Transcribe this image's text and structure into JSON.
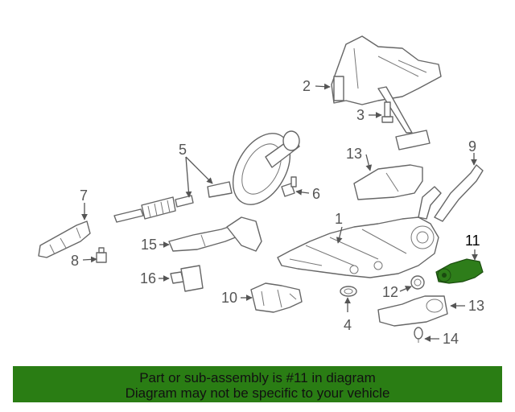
{
  "diagram": {
    "callouts": {
      "c1": "1",
      "c2": "2",
      "c3": "3",
      "c4": "4",
      "c5": "5",
      "c6": "6",
      "c7": "7",
      "c8": "8",
      "c9": "9",
      "c10": "10",
      "c11": "11",
      "c12": "12",
      "c13a": "13",
      "c13b": "13",
      "c14": "14",
      "c15": "15",
      "c16": "16"
    },
    "highlighted_part": "11",
    "colors": {
      "highlight": "#2e7d1a",
      "banner": "#2a7d14",
      "linework": "#666666"
    }
  },
  "banner": {
    "line1": "Part or sub-assembly is #11 in diagram",
    "line2": "Diagram may not be specific to your vehicle"
  }
}
